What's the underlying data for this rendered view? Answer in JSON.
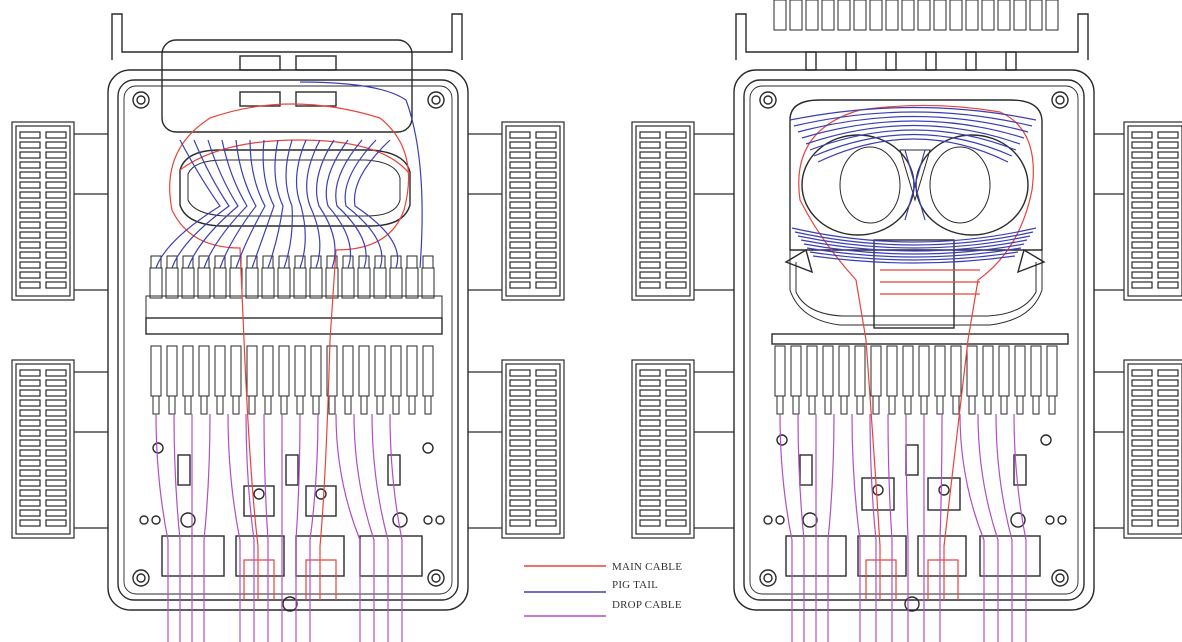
{
  "legend": {
    "items": [
      {
        "label": "MAIN CABLE",
        "color": "#e8443a"
      },
      {
        "label": "PIG TAIL",
        "color": "#3b3fb5"
      },
      {
        "label": "DROP CABLE",
        "color": "#b24fc4"
      }
    ]
  },
  "colors": {
    "outline": "#2a2a2a",
    "main_cable": "#e8443a",
    "pigtail": "#3b3fb5",
    "drop_cable": "#b24fc4",
    "background": "#ffffff"
  },
  "figures": [
    {
      "id": "left-box",
      "tray_type": "splitter-tray"
    },
    {
      "id": "right-box",
      "tray_type": "splice-tray"
    }
  ]
}
